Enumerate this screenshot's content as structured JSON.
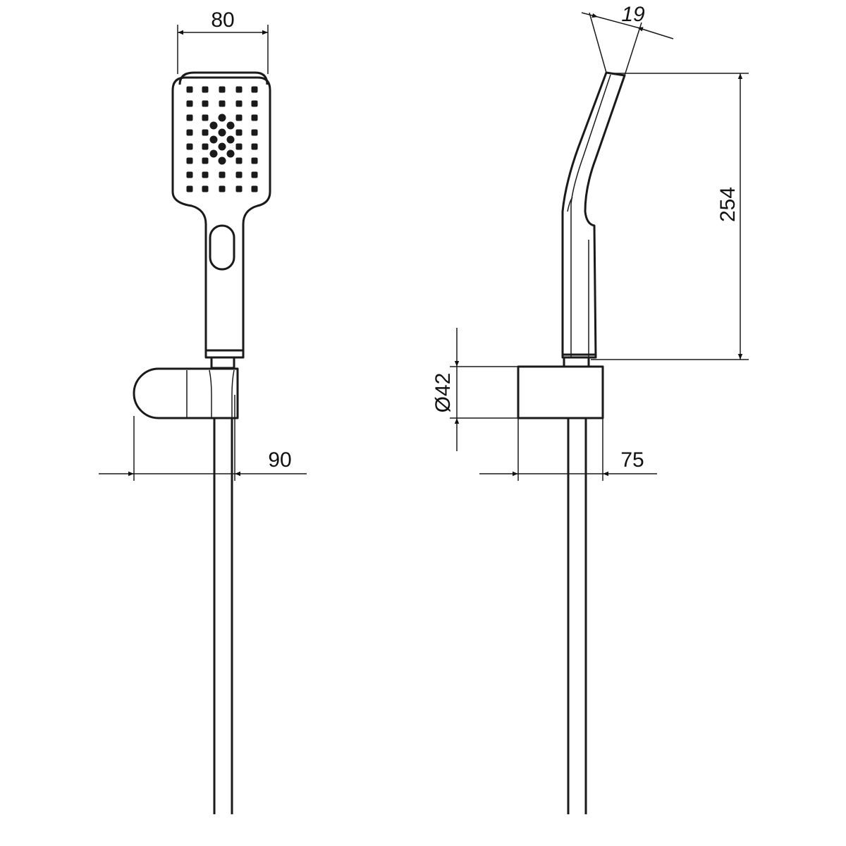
{
  "dimensions": {
    "head_width": "80",
    "holder_depth_front": "90",
    "head_thickness": "19",
    "handshower_length": "254",
    "holder_diameter": "Ø42",
    "holder_depth_side": "75"
  },
  "colors": {
    "line": "#1a1a1a",
    "background": "#ffffff"
  }
}
